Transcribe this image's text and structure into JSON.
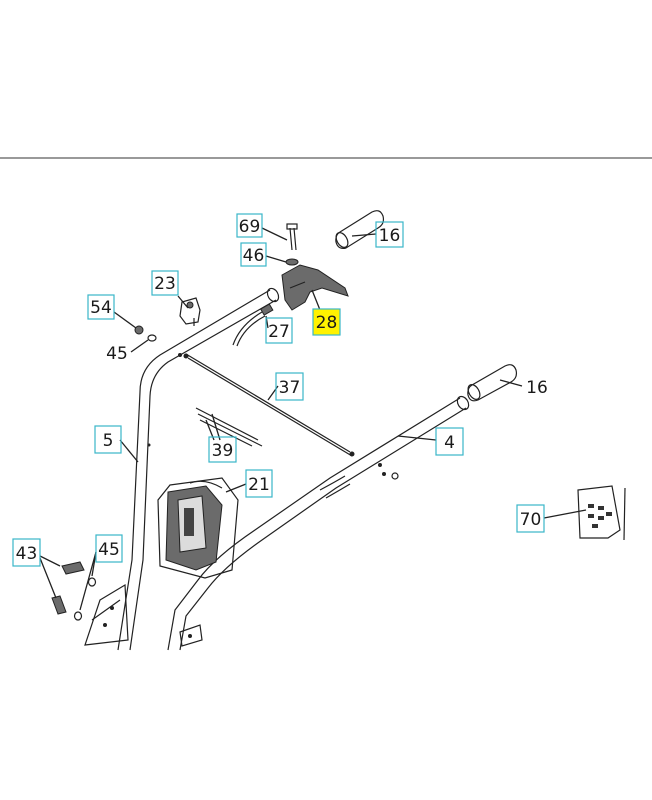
{
  "diagram": {
    "callouts": [
      {
        "id": "c69",
        "label": "69",
        "highlight": false
      },
      {
        "id": "c46",
        "label": "46",
        "highlight": false
      },
      {
        "id": "c16a",
        "label": "16",
        "highlight": false
      },
      {
        "id": "c23",
        "label": "23",
        "highlight": false
      },
      {
        "id": "c54",
        "label": "54",
        "highlight": false
      },
      {
        "id": "c45a",
        "label": "45",
        "highlight": false
      },
      {
        "id": "c27",
        "label": "27",
        "highlight": false
      },
      {
        "id": "c28",
        "label": "28",
        "highlight": true
      },
      {
        "id": "c37",
        "label": "37",
        "highlight": false
      },
      {
        "id": "c16b",
        "label": "16",
        "highlight": false
      },
      {
        "id": "c4",
        "label": "4",
        "highlight": false
      },
      {
        "id": "c5",
        "label": "5",
        "highlight": false
      },
      {
        "id": "c39",
        "label": "39",
        "highlight": false
      },
      {
        "id": "c21",
        "label": "21",
        "highlight": false
      },
      {
        "id": "c70",
        "label": "70",
        "highlight": false
      },
      {
        "id": "c43",
        "label": "43",
        "highlight": false
      },
      {
        "id": "c45b",
        "label": "45",
        "highlight": false
      }
    ],
    "colors": {
      "box_border": "#39b6c9",
      "highlight": "#fff200",
      "line": "#222222"
    }
  }
}
